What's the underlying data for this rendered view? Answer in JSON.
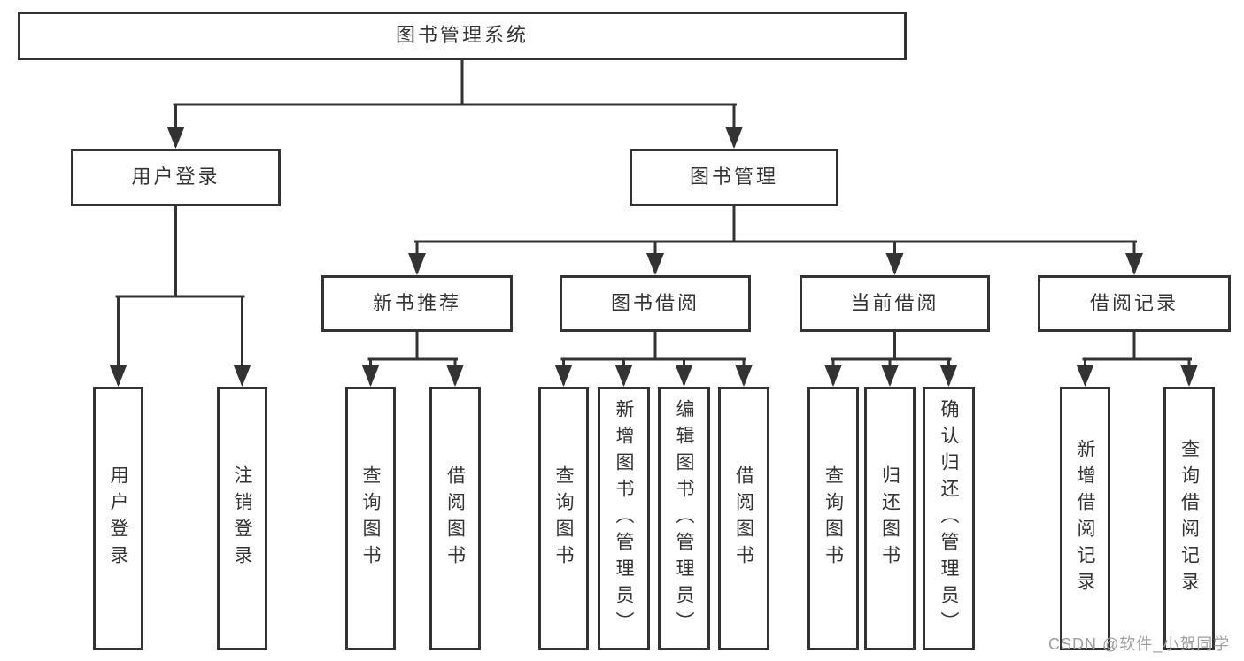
{
  "colors": {
    "line": "#333333",
    "box_border": "#333333",
    "box_background": "#ffffff",
    "text": "#333333",
    "watermark": "#9e9e9e",
    "canvas_background": "#ffffff"
  },
  "watermark": {
    "text": "CSDN @软件_小贺同学"
  },
  "tree": {
    "label": "图书管理系统",
    "children": [
      {
        "label": "用户登录",
        "children": [
          {
            "label": "用户登录"
          },
          {
            "label": "注销登录"
          }
        ]
      },
      {
        "label": "图书管理",
        "children": [
          {
            "label": "新书推荐",
            "children": [
              {
                "label": "查询图书"
              },
              {
                "label": "借阅图书"
              }
            ]
          },
          {
            "label": "图书借阅",
            "children": [
              {
                "label": "查询图书"
              },
              {
                "label": "新增图书（管理员）"
              },
              {
                "label": "编辑图书（管理员）"
              },
              {
                "label": "借阅图书"
              }
            ]
          },
          {
            "label": "当前借阅",
            "children": [
              {
                "label": "查询图书"
              },
              {
                "label": "归还图书"
              },
              {
                "label": "确认归还（管理员）"
              }
            ]
          },
          {
            "label": "借阅记录",
            "children": [
              {
                "label": "新增借阅记录"
              },
              {
                "label": "查询借阅记录"
              }
            ]
          }
        ]
      }
    ]
  }
}
